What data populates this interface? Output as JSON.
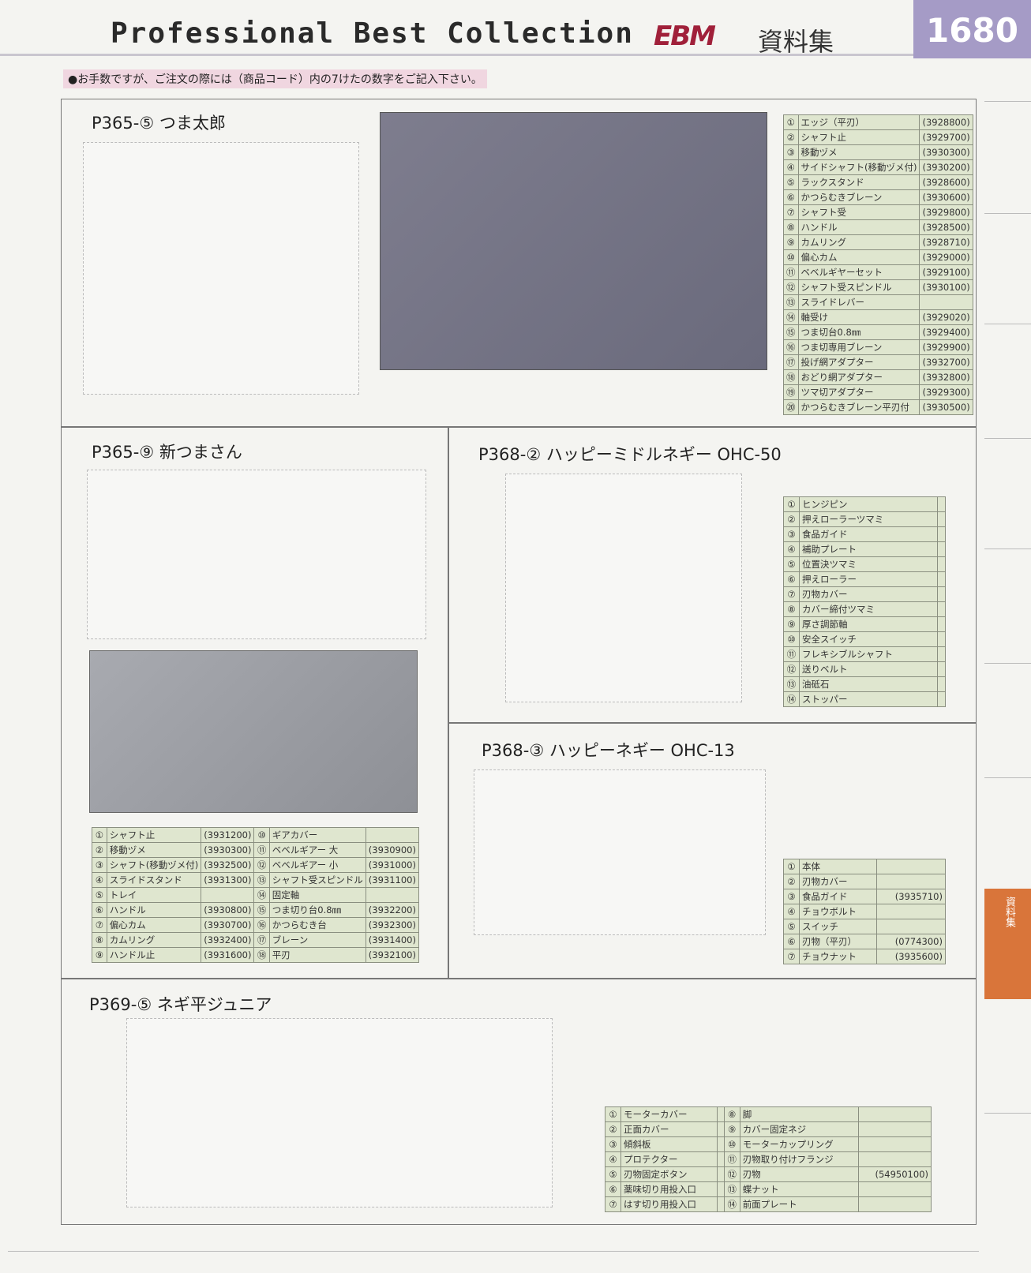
{
  "header": {
    "title": "Professional Best Collection",
    "brand": "EBM",
    "subtitle": "資料集",
    "page_number": "1680"
  },
  "notice": "●お手数ですが、ご注文の際には（商品コード）内の7けたの数字をご記入下さい。",
  "side_tab": "資料集",
  "sections": [
    {
      "title": "P365-⑤ つま太郎",
      "parts": [
        [
          "①",
          "エッジ（平刃）",
          "(3928800)"
        ],
        [
          "②",
          "シャフト止",
          "(3929700)"
        ],
        [
          "③",
          "移動ヅメ",
          "(3930300)"
        ],
        [
          "④",
          "サイドシャフト(移動ヅメ付)",
          "(3930200)"
        ],
        [
          "⑤",
          "ラックスタンド",
          "(3928600)"
        ],
        [
          "⑥",
          "かつらむきブレーン",
          "(3930600)"
        ],
        [
          "⑦",
          "シャフト受",
          "(3929800)"
        ],
        [
          "⑧",
          "ハンドル",
          "(3928500)"
        ],
        [
          "⑨",
          "カムリング",
          "(3928710)"
        ],
        [
          "⑩",
          "偏心カム",
          "(3929000)"
        ],
        [
          "⑪",
          "ベベルギヤーセット",
          "(3929100)"
        ],
        [
          "⑫",
          "シャフト受スピンドル",
          "(3930100)"
        ],
        [
          "⑬",
          "スライドレバー",
          ""
        ],
        [
          "⑭",
          "軸受け",
          "(3929020)"
        ],
        [
          "⑮",
          "つま切台0.8㎜",
          "(3929400)"
        ],
        [
          "⑯",
          "つま切専用ブレーン",
          "(3929900)"
        ],
        [
          "⑰",
          "投げ網アダプター",
          "(3932700)"
        ],
        [
          "⑱",
          "おどり網アダプター",
          "(3932800)"
        ],
        [
          "⑲",
          "ツマ切アダプター",
          "(3929300)"
        ],
        [
          "⑳",
          "かつらむきブレーン平刃付",
          "(3930500)"
        ]
      ]
    },
    {
      "title": "P365-⑨ 新つまさん",
      "parts": [
        [
          "①",
          "シャフト止",
          "(3931200)",
          "⑩",
          "ギアカバー",
          ""
        ],
        [
          "②",
          "移動ヅメ",
          "(3930300)",
          "⑪",
          "ベベルギアー 大",
          "(3930900)"
        ],
        [
          "③",
          "シャフト(移動ヅメ付)",
          "(3932500)",
          "⑫",
          "ベベルギアー 小",
          "(3931000)"
        ],
        [
          "④",
          "スライドスタンド",
          "(3931300)",
          "⑬",
          "シャフト受スピンドル",
          "(3931100)"
        ],
        [
          "⑤",
          "トレイ",
          "",
          "⑭",
          "固定軸",
          ""
        ],
        [
          "⑥",
          "ハンドル",
          "(3930800)",
          "⑮",
          "つま切り台0.8㎜",
          "(3932200)"
        ],
        [
          "⑦",
          "偏心カム",
          "(3930700)",
          "⑯",
          "かつらむき台",
          "(3932300)"
        ],
        [
          "⑧",
          "カムリング",
          "(3932400)",
          "⑰",
          "ブレーン",
          "(3931400)"
        ],
        [
          "⑨",
          "ハンドル止",
          "(3931600)",
          "⑱",
          "平刃",
          "(3932100)"
        ]
      ]
    },
    {
      "title": "P368-② ハッピーミドルネギー OHC-50",
      "parts": [
        [
          "①",
          "ヒンジピン",
          ""
        ],
        [
          "②",
          "押えローラーツマミ",
          ""
        ],
        [
          "③",
          "食品ガイド",
          ""
        ],
        [
          "④",
          "補助プレート",
          ""
        ],
        [
          "⑤",
          "位置決ツマミ",
          ""
        ],
        [
          "⑥",
          "押えローラー",
          ""
        ],
        [
          "⑦",
          "刃物カバー",
          ""
        ],
        [
          "⑧",
          "カバー締付ツマミ",
          ""
        ],
        [
          "⑨",
          "厚さ調節軸",
          ""
        ],
        [
          "⑩",
          "安全スイッチ",
          ""
        ],
        [
          "⑪",
          "フレキシブルシャフト",
          ""
        ],
        [
          "⑫",
          "送りベルト",
          ""
        ],
        [
          "⑬",
          "油砥石",
          ""
        ],
        [
          "⑭",
          "ストッパー",
          ""
        ]
      ]
    },
    {
      "title": "P368-③ ハッピーネギー OHC-13",
      "parts": [
        [
          "①",
          "本体",
          ""
        ],
        [
          "②",
          "刃物カバー",
          ""
        ],
        [
          "③",
          "食品ガイド",
          "(3935710)"
        ],
        [
          "④",
          "チョウボルト",
          ""
        ],
        [
          "⑤",
          "スイッチ",
          ""
        ],
        [
          "⑥",
          "刃物（平刃）",
          "(0774300)"
        ],
        [
          "⑦",
          "チョウナット",
          "(3935600)"
        ]
      ]
    },
    {
      "title": "P369-⑤ ネギ平ジュニア",
      "parts": [
        [
          "①",
          "モーターカバー",
          "",
          "⑧",
          "脚",
          ""
        ],
        [
          "②",
          "正面カバー",
          "",
          "⑨",
          "カバー固定ネジ",
          ""
        ],
        [
          "③",
          "傾斜板",
          "",
          "⑩",
          "モーターカップリング",
          ""
        ],
        [
          "④",
          "プロテクター",
          "",
          "⑪",
          "刃物取り付けフランジ",
          ""
        ],
        [
          "⑤",
          "刃物固定ボタン",
          "",
          "⑫",
          "刃物",
          "(54950100)"
        ],
        [
          "⑥",
          "薬味切り用投入口",
          "",
          "⑬",
          "蝶ナット",
          ""
        ],
        [
          "⑦",
          "はす切り用投入口",
          "",
          "⑭",
          "前面プレート",
          ""
        ]
      ]
    }
  ]
}
